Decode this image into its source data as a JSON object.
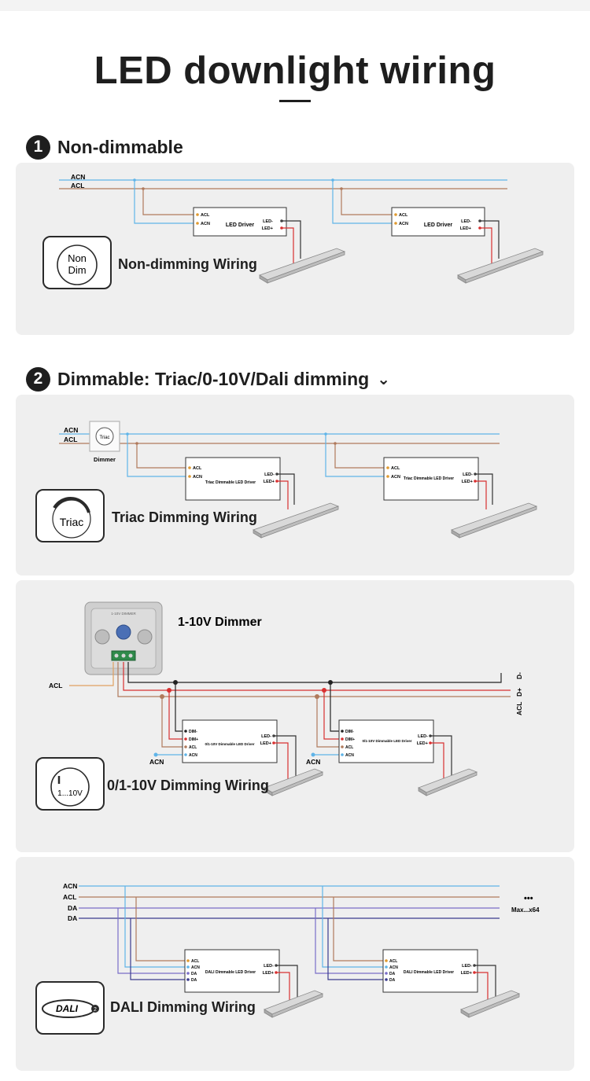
{
  "page": {
    "title": "LED downlight wiring"
  },
  "sections": {
    "s1": {
      "number": "1",
      "title": "Non-dimmable"
    },
    "s2": {
      "number": "2",
      "title": "Dimmable: Triac/0-10V/Dali dimming",
      "chevron": "chevron-down-icon"
    }
  },
  "nondim": {
    "acn": "ACN",
    "acl": "ACL",
    "badge_line1": "Non",
    "badge_line2": "Dim",
    "wiring_label": "Non-dimming Wiring",
    "driver": {
      "name": "LED Driver",
      "acl": "ACL",
      "acn": "ACN",
      "led_neg": "LED-",
      "led_pos": "LED+"
    }
  },
  "triac": {
    "acn": "ACN",
    "acl": "ACL",
    "dimmer_knob": "Triac",
    "dimmer_caption": "Dimmer",
    "badge": "Triac",
    "wiring_label": "Triac Dimming Wiring",
    "driver": {
      "name": "Triac Dimmable LED Driver",
      "acl": "ACL",
      "acn": "ACN",
      "led_neg": "LED-",
      "led_pos": "LED+"
    }
  },
  "v10": {
    "dimmer_title": "1-10V Dimmer",
    "dimmer_plate_text": "1-10V DIMMER",
    "acl": "ACL",
    "acn": "ACN",
    "right_dneg": "D-",
    "right_dpos": "D+",
    "right_acl": "ACL",
    "badge": "1...10V",
    "wiring_label": "0/1-10V Dimming Wiring",
    "driver": {
      "name": "0/1-10V Dimmable LED Driver",
      "dimneg": "DIM-",
      "dimpos": "DIM+",
      "acl": "ACL",
      "acn": "ACN",
      "led_neg": "LED-",
      "led_pos": "LED+"
    }
  },
  "dali": {
    "acn": "ACN",
    "acl": "ACL",
    "da1": "DA",
    "da2": "DA",
    "dots": "•••",
    "max": "Max...x64",
    "badge": "DALI",
    "badge_sup": "2",
    "wiring_label": "DALI Dimming Wiring",
    "driver": {
      "name": "DALI Dimmable LED Driver",
      "acl": "ACL",
      "acn": "ACN",
      "da1": "DA",
      "da2": "DA",
      "led_neg": "LED-",
      "led_pos": "LED+"
    }
  },
  "colors": {
    "acn_blue": "#5fb4e8",
    "acl_brown": "#b07a5c",
    "led_red": "#d83030",
    "da_navy": "#3a3a8e",
    "panel": "#efefef",
    "text": "#1e1e1e"
  }
}
